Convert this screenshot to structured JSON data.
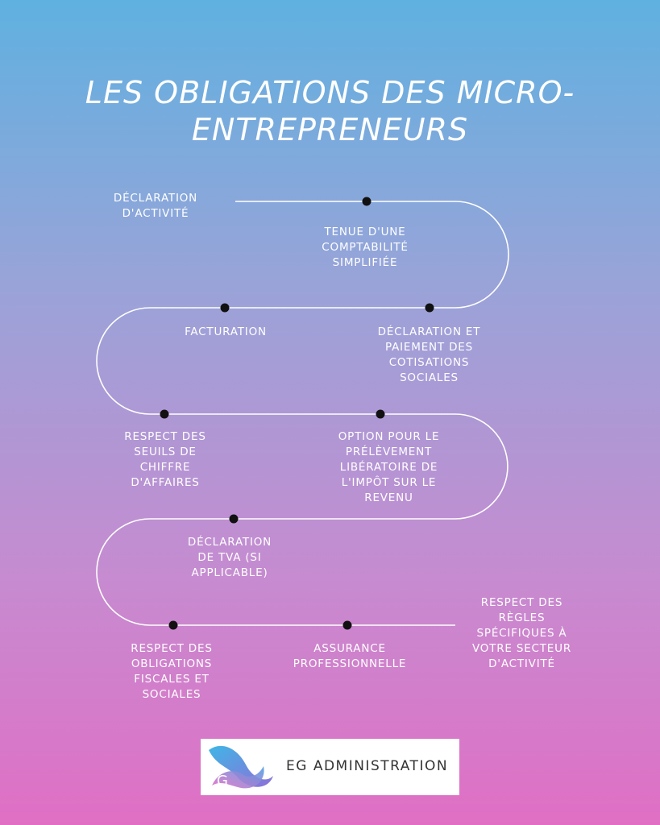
{
  "title": "LES OBLIGATIONS DES MICRO-ENTREPRENEURS",
  "steps": [
    {
      "label": "Déclaration\nd'activité"
    },
    {
      "label": "Tenue d'une\ncomptabilité\nsimplifiée"
    },
    {
      "label": "Facturation"
    },
    {
      "label": "Déclaration et\npaiement des\ncotisations\nsociales"
    },
    {
      "label": "Respect des\nseuils de\nchiffre\nd'affaires"
    },
    {
      "label": "Option pour le\nprélèvement\nlibératoire de\nl'impôt sur le\nrevenu"
    },
    {
      "label": "Déclaration\nde TVA (si\napplicable)"
    },
    {
      "label": "Respect des\nobligations\nfiscales et\nsociales"
    },
    {
      "label": "Assurance\nprofessionnelle"
    },
    {
      "label": "Respect des\nrègles\nspécifiques à\nvotre secteur\nd'activité"
    }
  ],
  "logo": {
    "letter_e": "E",
    "letter_g": "G",
    "company_name": "EG ADMINISTRATION"
  },
  "colors": {
    "gradient_top": "#5fb1e0",
    "gradient_bottom": "#e06fc4",
    "path_line": "#ffffff",
    "dot": "#111111"
  }
}
